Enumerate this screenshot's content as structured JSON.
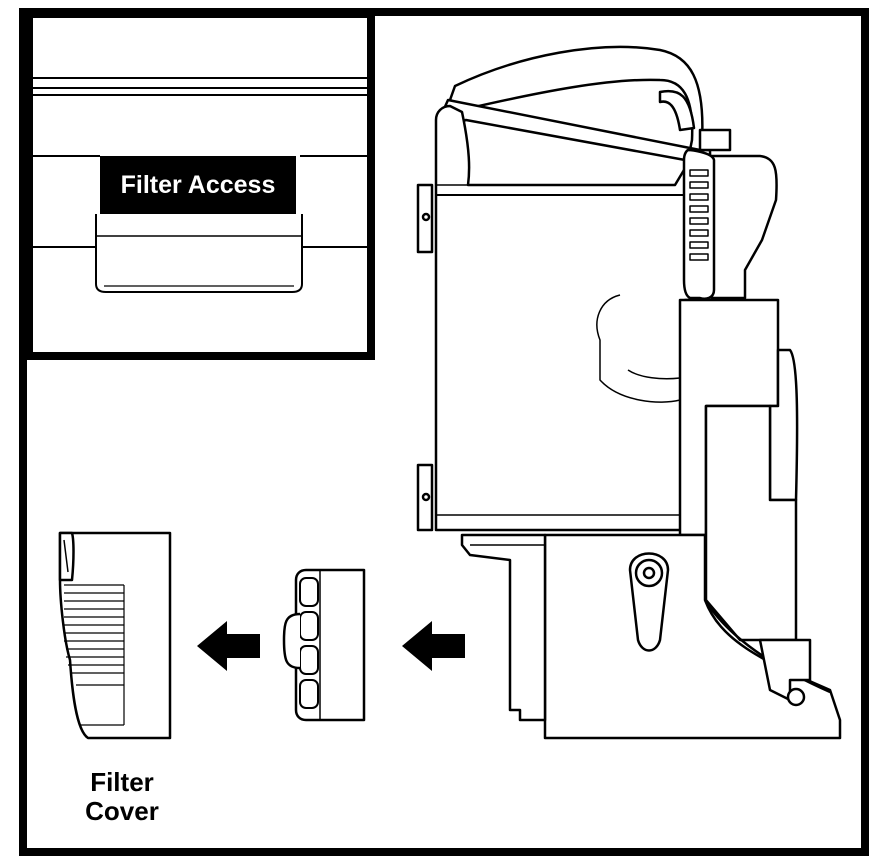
{
  "inset": {
    "label": "Filter Access"
  },
  "caption": {
    "line1": "Filter",
    "line2": "Cover"
  }
}
